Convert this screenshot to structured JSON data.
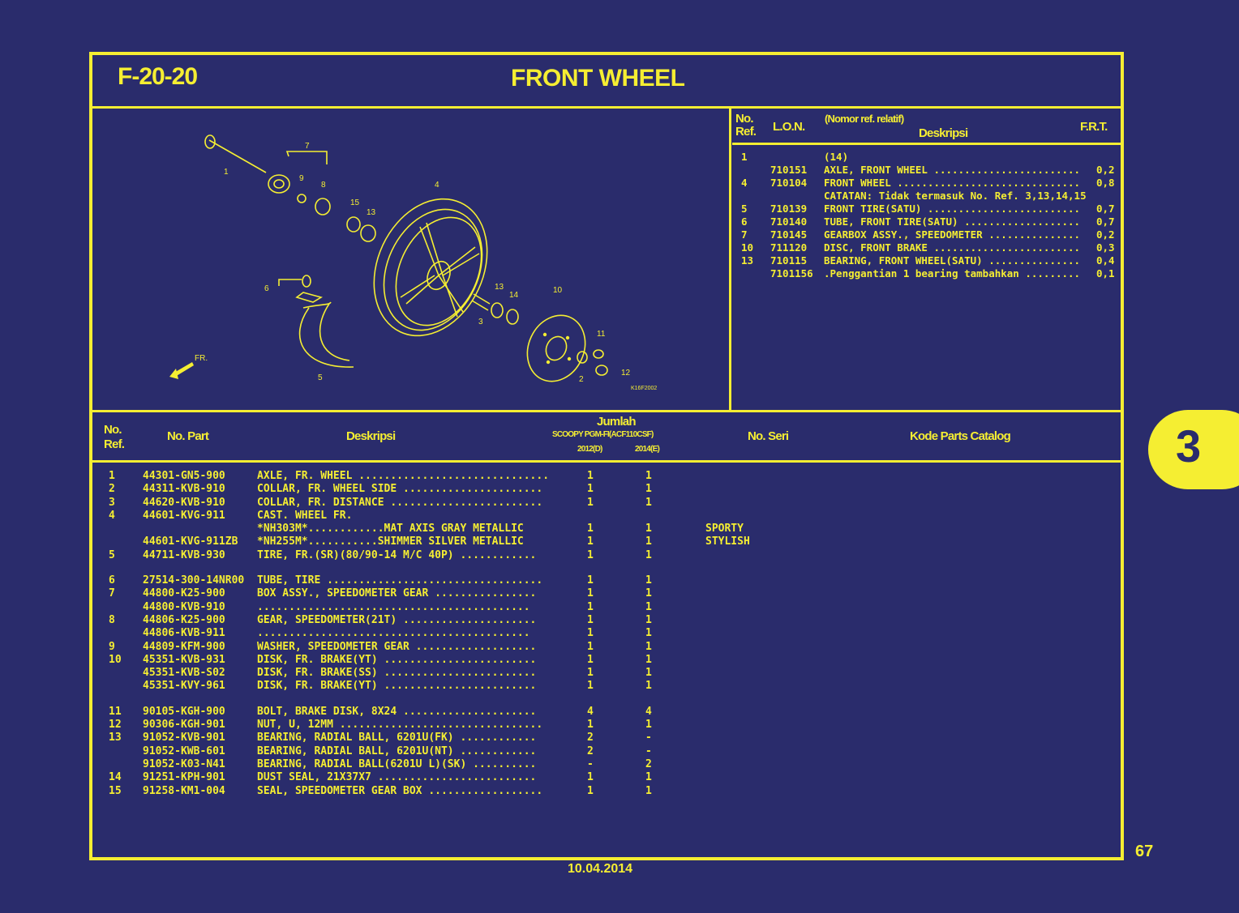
{
  "header": {
    "code": "F-20-20",
    "title": "FRONT WHEEL"
  },
  "lon_table": {
    "col_ref": "No. Ref.",
    "col_lon": "L.O.N.",
    "col_desc_note": "(Nomor ref. relatif)",
    "col_desc": "Deskripsi",
    "col_frt": "F.R.T.",
    "rows": [
      {
        "ref": "1",
        "lon": "",
        "desc": "(14)",
        "frt": ""
      },
      {
        "ref": "",
        "lon": "710151",
        "desc": "AXLE, FRONT WHEEL ........................",
        "frt": "0,2"
      },
      {
        "ref": "4",
        "lon": "710104",
        "desc": "FRONT WHEEL ..............................",
        "frt": "0,8"
      },
      {
        "ref": "",
        "lon": "",
        "desc": "CATATAN: Tidak termasuk No. Ref. 3,13,14,15",
        "frt": ""
      },
      {
        "ref": "5",
        "lon": "710139",
        "desc": "FRONT TIRE(SATU) .........................",
        "frt": "0,7"
      },
      {
        "ref": "6",
        "lon": "710140",
        "desc": "TUBE, FRONT TIRE(SATU) ...................",
        "frt": "0,7"
      },
      {
        "ref": "7",
        "lon": "710145",
        "desc": "GEARBOX ASSY., SPEEDOMETER ...............",
        "frt": "0,2"
      },
      {
        "ref": "10",
        "lon": "711120",
        "desc": "DISC, FRONT BRAKE ........................",
        "frt": "0,3"
      },
      {
        "ref": "13",
        "lon": "710115",
        "desc": "BEARING, FRONT WHEEL(SATU) ...............",
        "frt": "0,4"
      },
      {
        "ref": "",
        "lon": "7101156",
        "desc": ".Penggantian 1 bearing tambahkan .........",
        "frt": "0,1"
      }
    ]
  },
  "diagram": {
    "callouts": [
      "1",
      "7",
      "9",
      "8",
      "4",
      "15",
      "13",
      "6",
      "13",
      "14",
      "3",
      "10",
      "11",
      "2",
      "12",
      "5",
      "FR."
    ],
    "stamp": "K16F2002"
  },
  "parts_table": {
    "col_ref": "No. Ref.",
    "col_part": "No. Part",
    "col_desc": "Deskripsi",
    "col_qty": "Jumlah",
    "model": "SCOOPY PGM-FI(ACF110CSF)",
    "year1": "2012(D)",
    "year2": "2014(E)",
    "col_serial": "No. Seri",
    "col_catalog": "Kode Parts Catalog",
    "rows": [
      {
        "ref": "1",
        "part": "44301-GN5-900",
        "desc": "AXLE, FR. WHEEL ..............................",
        "q1": "1",
        "q2": "1",
        "serial": ""
      },
      {
        "ref": "2",
        "part": "44311-KVB-910",
        "desc": "COLLAR, FR. WHEEL SIDE ......................",
        "q1": "1",
        "q2": "1",
        "serial": ""
      },
      {
        "ref": "3",
        "part": "44620-KVB-910",
        "desc": "COLLAR, FR. DISTANCE ........................",
        "q1": "1",
        "q2": "1",
        "serial": ""
      },
      {
        "ref": "4",
        "part": "44601-KVG-911",
        "desc": "CAST. WHEEL FR.",
        "q1": "",
        "q2": "",
        "serial": ""
      },
      {
        "ref": "",
        "part": "",
        "desc": " *NH303M*............MAT AXIS GRAY METALLIC",
        "q1": "1",
        "q2": "1",
        "serial": "SPORTY"
      },
      {
        "ref": "",
        "part": "44601-KVG-911ZB",
        "desc": " *NH255M*...........SHIMMER SILVER METALLIC",
        "q1": "1",
        "q2": "1",
        "serial": "STYLISH"
      },
      {
        "ref": "5",
        "part": "44711-KVB-930",
        "desc": "TIRE, FR.(SR)(80/90-14 M/C 40P) ............",
        "q1": "1",
        "q2": "1",
        "serial": ""
      },
      {
        "gap": true
      },
      {
        "ref": "6",
        "part": "27514-300-14NR00",
        "desc": "TUBE, TIRE ..................................",
        "q1": "1",
        "q2": "1",
        "serial": ""
      },
      {
        "ref": "7",
        "part": "44800-K25-900",
        "desc": "BOX ASSY., SPEEDOMETER GEAR ................",
        "q1": "1",
        "q2": "1",
        "serial": ""
      },
      {
        "ref": "",
        "part": "44800-KVB-910",
        "desc": " ...........................................",
        "q1": "1",
        "q2": "1",
        "serial": ""
      },
      {
        "ref": "8",
        "part": "44806-K25-900",
        "desc": "GEAR, SPEEDOMETER(21T) .....................",
        "q1": "1",
        "q2": "1",
        "serial": ""
      },
      {
        "ref": "",
        "part": "44806-KVB-911",
        "desc": " ...........................................",
        "q1": "1",
        "q2": "1",
        "serial": ""
      },
      {
        "ref": "9",
        "part": "44809-KFM-900",
        "desc": "WASHER, SPEEDOMETER GEAR ...................",
        "q1": "1",
        "q2": "1",
        "serial": ""
      },
      {
        "ref": "10",
        "part": "45351-KVB-931",
        "desc": "DISK, FR. BRAKE(YT) ........................",
        "q1": "1",
        "q2": "1",
        "serial": ""
      },
      {
        "ref": "",
        "part": "45351-KVB-S02",
        "desc": "DISK, FR. BRAKE(SS) ........................",
        "q1": "1",
        "q2": "1",
        "serial": ""
      },
      {
        "ref": "",
        "part": "45351-KVY-961",
        "desc": "DISK, FR. BRAKE(YT) ........................",
        "q1": "1",
        "q2": "1",
        "serial": ""
      },
      {
        "gap": true
      },
      {
        "ref": "11",
        "part": "90105-KGH-900",
        "desc": "BOLT, BRAKE DISK, 8X24 .....................",
        "q1": "4",
        "q2": "4",
        "serial": ""
      },
      {
        "ref": "12",
        "part": "90306-KGH-901",
        "desc": "NUT, U, 12MM ................................",
        "q1": "1",
        "q2": "1",
        "serial": ""
      },
      {
        "ref": "13",
        "part": "91052-KVB-901",
        "desc": "BEARING, RADIAL BALL, 6201U(FK) ............",
        "q1": "2",
        "q2": "-",
        "serial": ""
      },
      {
        "ref": "",
        "part": "91052-KWB-601",
        "desc": "BEARING, RADIAL BALL, 6201U(NT) ............",
        "q1": "2",
        "q2": "-",
        "serial": ""
      },
      {
        "ref": "",
        "part": "91052-K03-N41",
        "desc": "BEARING, RADIAL BALL(6201U L)(SK) ..........",
        "q1": "-",
        "q2": "2",
        "serial": ""
      },
      {
        "ref": "14",
        "part": "91251-KPH-901",
        "desc": "DUST SEAL, 21X37X7 .........................",
        "q1": "1",
        "q2": "1",
        "serial": ""
      },
      {
        "ref": "15",
        "part": "91258-KM1-004",
        "desc": "SEAL, SPEEDOMETER GEAR BOX ..................",
        "q1": "1",
        "q2": "1",
        "serial": ""
      }
    ]
  },
  "side_tab": "3",
  "page_number": "67",
  "date": "10.04.2014"
}
